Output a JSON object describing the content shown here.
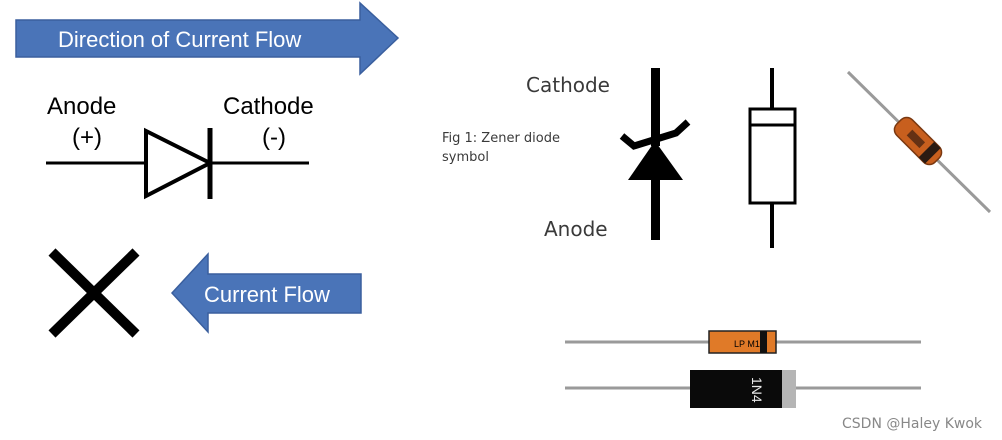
{
  "arrows": {
    "direction_label": "Direction of Current Flow",
    "current_flow_label": "Current Flow",
    "fill": "#4a74b8",
    "stroke": "#3a5f9e"
  },
  "diode": {
    "anode_label": "Anode",
    "anode_sign": "(+)",
    "cathode_label": "Cathode",
    "cathode_sign": "(-)"
  },
  "zener": {
    "caption_line1": "Fig 1: Zener diode",
    "caption_line2": "symbol",
    "cathode_label": "Cathode",
    "anode_label": "Anode"
  },
  "components": {
    "small_diode_marking": "LP M1",
    "large_diode_marking": "1N4",
    "orange": "#e07a28"
  },
  "watermark": "CSDN @Haley Kwok"
}
